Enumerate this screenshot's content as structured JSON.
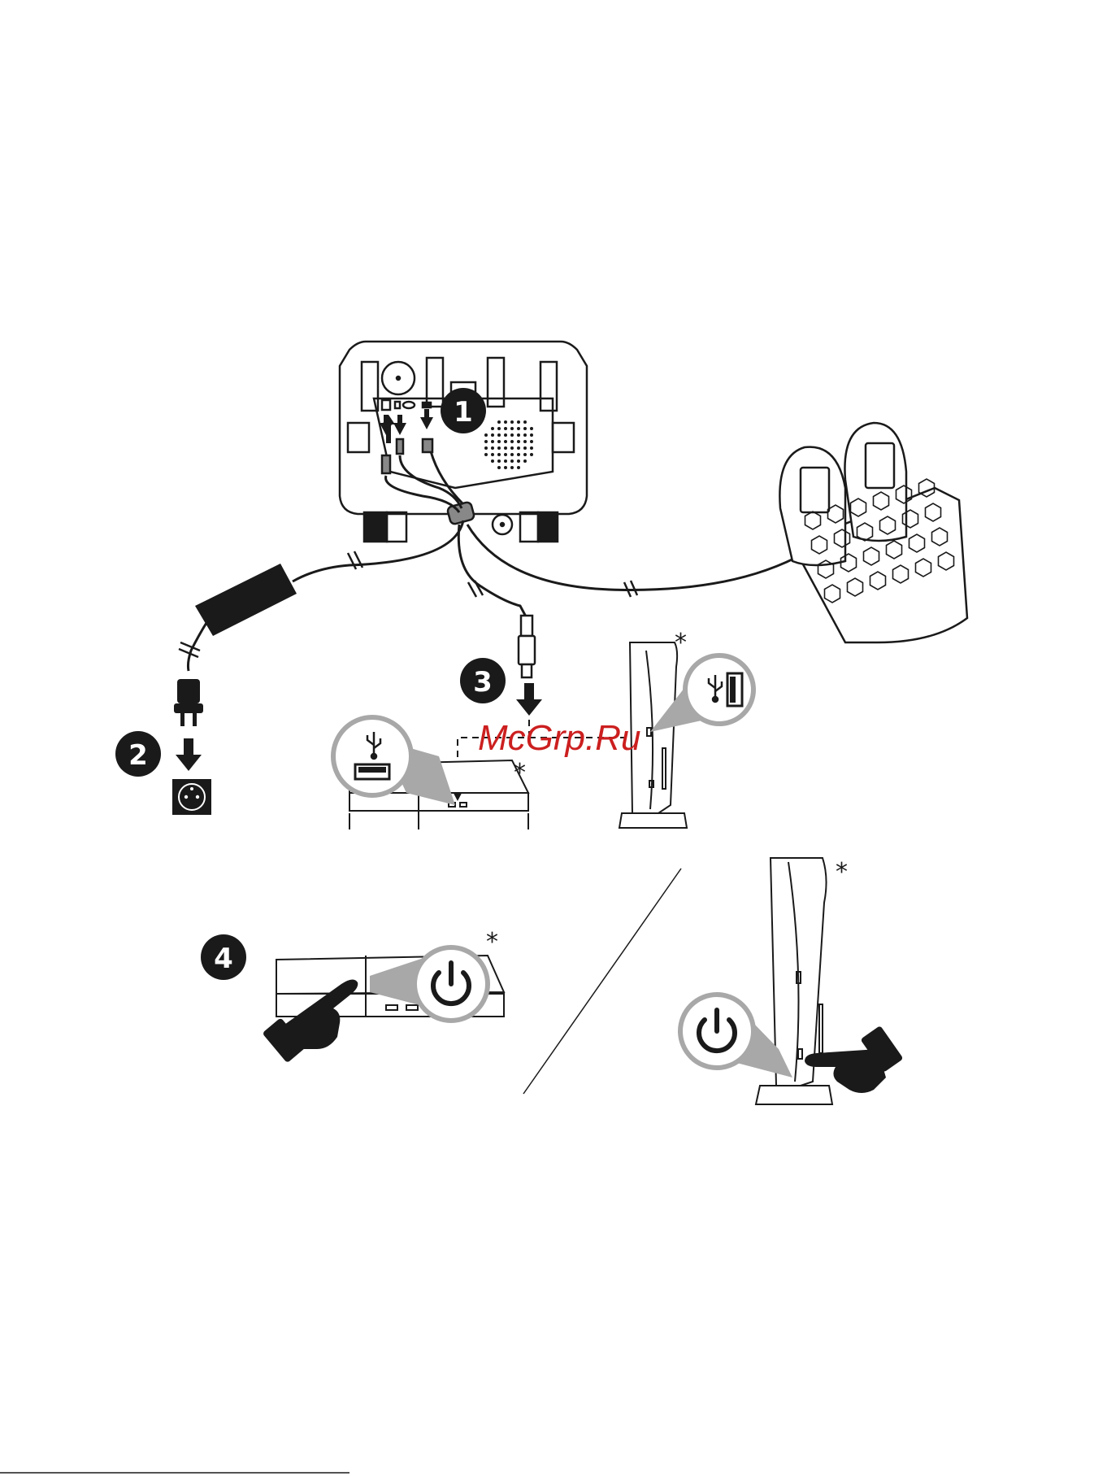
{
  "steps": [
    {
      "number": "1"
    },
    {
      "number": "2"
    },
    {
      "number": "3"
    },
    {
      "number": "4"
    }
  ],
  "footnote_marker": "*",
  "watermark": "McGrp.Ru",
  "icons": [
    "usb-icon",
    "power-icon",
    "plug-icon",
    "socket-icon",
    "pointing-hand-icon"
  ],
  "colors": {
    "ink": "#1a1a1a",
    "zoom_fill": "#a8a8a8",
    "watermark": "#cc1f1f"
  }
}
